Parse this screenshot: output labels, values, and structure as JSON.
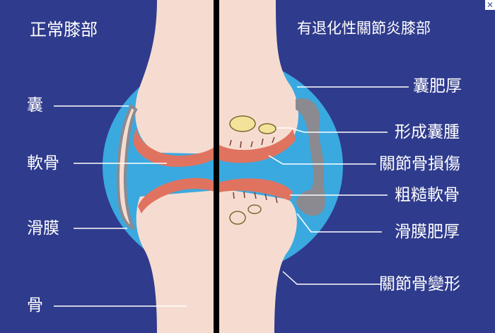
{
  "titles": {
    "normal": "正常膝部",
    "degenerative": "有退化性關節炎膝部"
  },
  "left_labels": {
    "capsule": "囊",
    "cartilage": "軟骨",
    "synovium": "滑膜",
    "bone": "骨"
  },
  "right_labels": {
    "capsule_thickening": "囊肥厚",
    "cyst_formation": "形成囊腫",
    "bone_damage": "關節骨損傷",
    "rough_cartilage": "粗糙軟骨",
    "synovium_thickening": "滑膜肥厚",
    "bone_deformation": "關節骨變形"
  },
  "colors": {
    "background": "#2f3b8c",
    "capsule_fluid": "#3aa9e0",
    "bone": "#f6dcd0",
    "cartilage": "#e0735f",
    "synovium_grey": "#8a8a90",
    "cyst": "#f2e39a",
    "divider": "#000000",
    "leader_line": "#ffffff"
  },
  "close_icon": "close-icon"
}
